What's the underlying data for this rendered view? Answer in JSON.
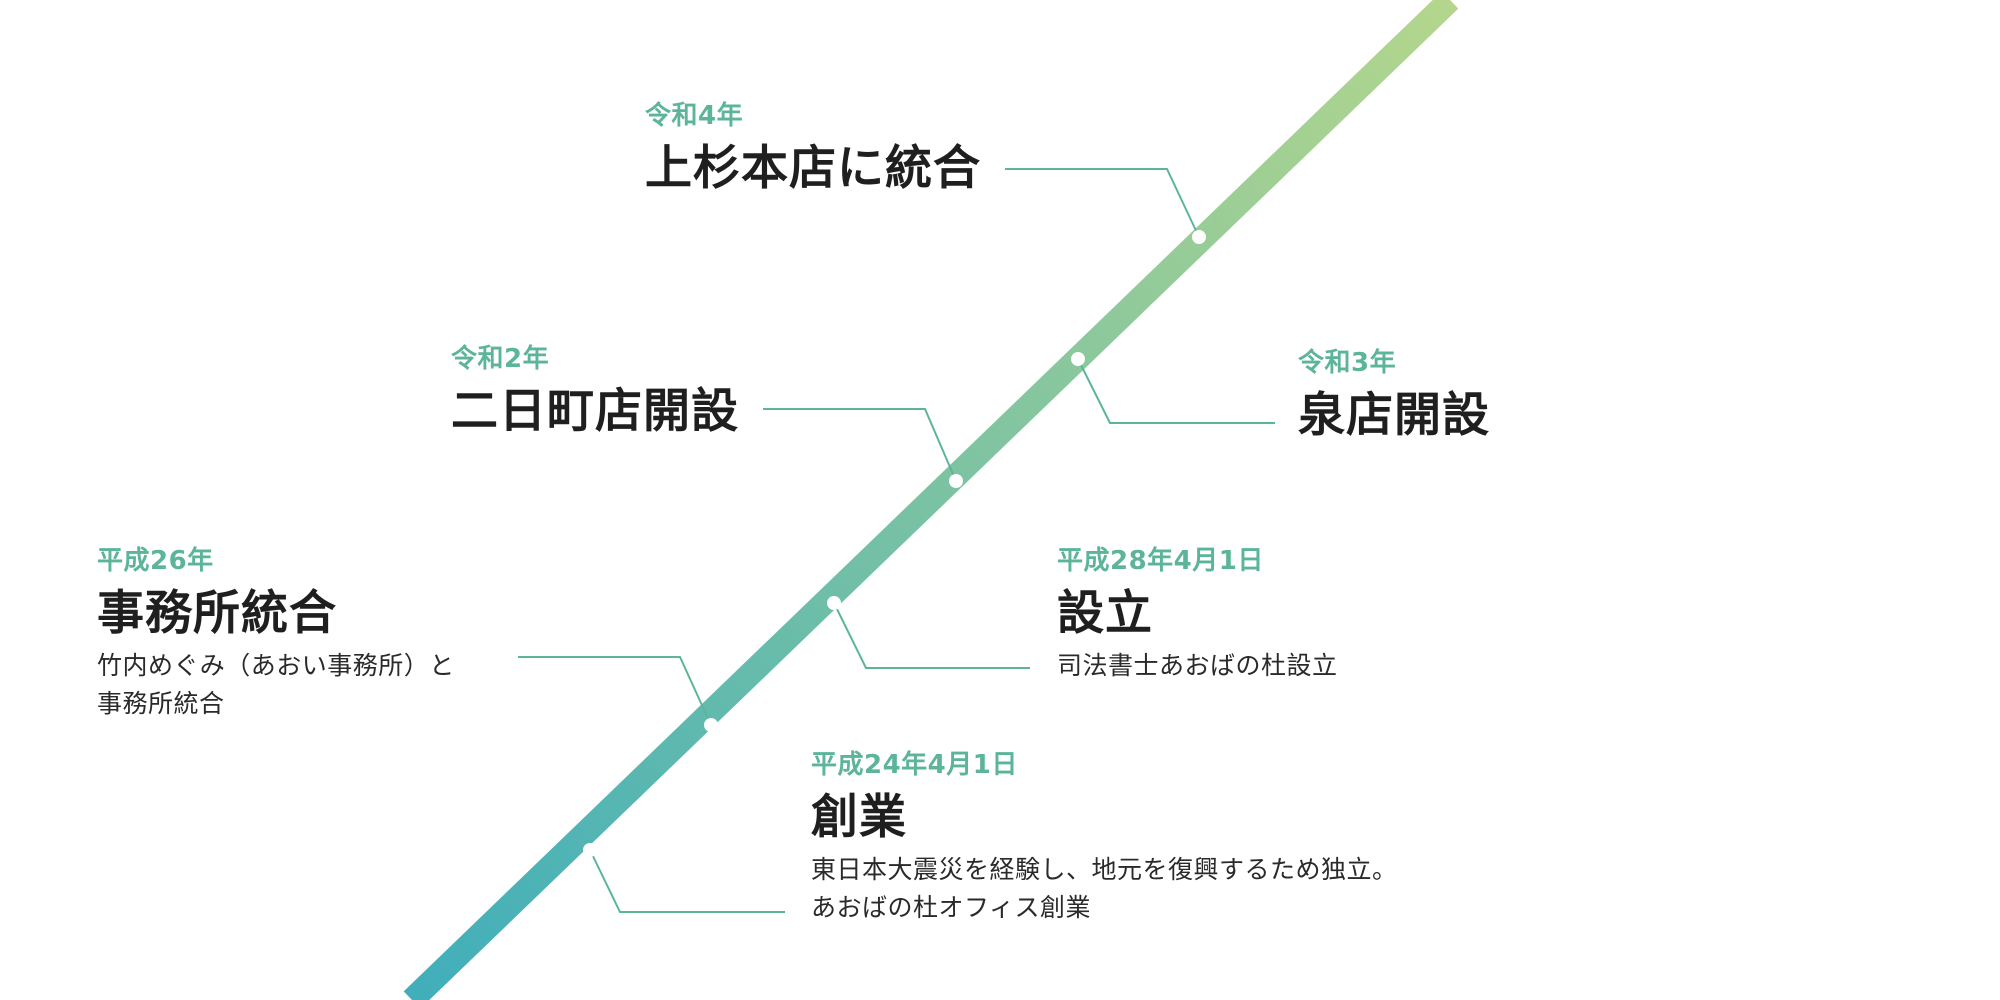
{
  "colors": {
    "line_start": "#40aebb",
    "line_end": "#b4d68c",
    "connector": "#5cb59a",
    "date_text": "#5cb59a",
    "title_text": "#1f1f1f",
    "dot": "#ffffff"
  },
  "events": [
    {
      "date": "平成24年4月1日",
      "title": "創業",
      "desc_lines": [
        "東日本大震災を経験し、地元を復興するため独立。",
        "あおばの杜オフィス創業"
      ]
    },
    {
      "date": "平成26年",
      "title": "事務所統合",
      "desc_lines": [
        "竹内めぐみ（あおい事務所）と",
        "事務所統合"
      ]
    },
    {
      "date": "平成28年4月1日",
      "title": "設立",
      "desc_lines": [
        "司法書士あおばの杜設立"
      ]
    },
    {
      "date": "令和2年",
      "title": "二日町店開設",
      "desc_lines": []
    },
    {
      "date": "令和3年",
      "title": "泉店開設",
      "desc_lines": []
    },
    {
      "date": "令和4年",
      "title": "上杉本店に統合",
      "desc_lines": []
    }
  ]
}
